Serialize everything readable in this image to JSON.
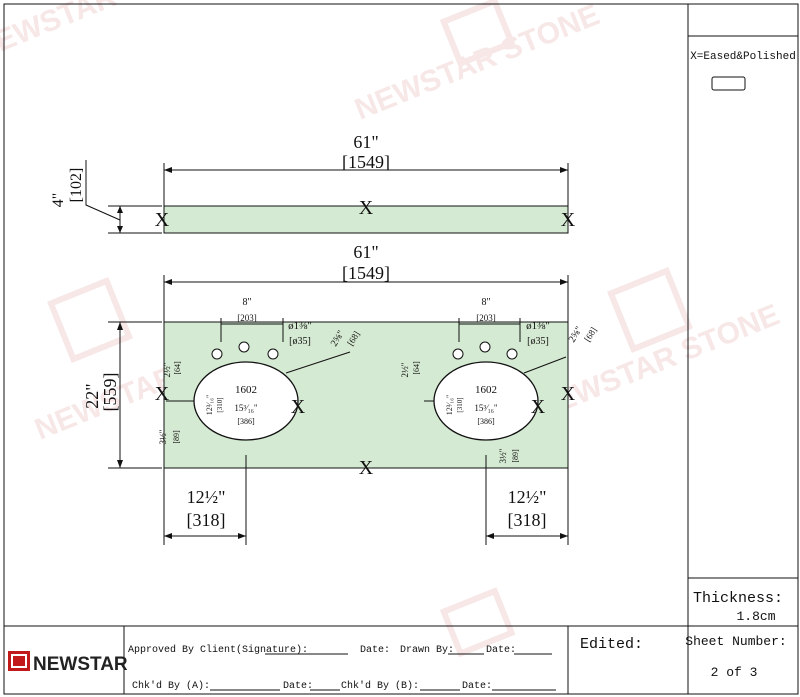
{
  "watermark": {
    "text": "NEWSTAR STONE"
  },
  "legend": {
    "edge_key": "X=Eased&Polished"
  },
  "backsplash": {
    "length_in": "61\"",
    "length_mm": "[1549]",
    "height_in": "4\"",
    "height_mm": "[102]",
    "edge_marks": [
      "X",
      "X",
      "X"
    ]
  },
  "countertop": {
    "length_in": "61\"",
    "length_mm": "[1549]",
    "depth_in": "22\"",
    "depth_mm": "[559]",
    "edge_marks": [
      "X",
      "X",
      "X"
    ],
    "sinks": [
      {
        "model": "1602",
        "faucet_spread_in": "8\"",
        "faucet_spread_mm": "[203]",
        "hole_dia_in": "ø1⅜\"",
        "hole_dia_mm": "[ø35]",
        "setback_in": "2⅝\"",
        "setback_mm": "[68]",
        "front_gap_in": "3½\"",
        "front_gap_mm": "[89]",
        "side_gap_in": "2½\"",
        "side_gap_mm": "[64]",
        "bowl_width_in": "15³⁄₁₆\"",
        "bowl_width_mm": "[386]",
        "bowl_depth_in": "12³⁄₁₆\"",
        "bowl_depth_mm": "[310]",
        "edge_mark": "X",
        "center_offset_in": "12½\"",
        "center_offset_mm": "[318]"
      },
      {
        "model": "1602",
        "faucet_spread_in": "8\"",
        "faucet_spread_mm": "[203]",
        "hole_dia_in": "ø1⅜\"",
        "hole_dia_mm": "[ø35]",
        "setback_in": "2⅝\"",
        "setback_mm": "[68]",
        "front_gap_in": "3½\"",
        "front_gap_mm": "[89]",
        "side_gap_in": "2½\"",
        "side_gap_mm": "[64]",
        "bowl_width_in": "15³⁄₁₆\"",
        "bowl_width_mm": "[386]",
        "bowl_depth_in": "12³⁄₁₆\"",
        "bowl_depth_mm": "[310]",
        "edge_mark": "X",
        "center_offset_in": "12½\"",
        "center_offset_mm": "[318]"
      }
    ]
  },
  "specs": {
    "thickness_label": "Thickness:",
    "thickness_value": "1.8cm"
  },
  "title_block": {
    "company": "NEWSTAR",
    "approved_label": "Approved  By Client(Signature):",
    "date_label_1": "Date:",
    "drawn_label": "Drawn  By:",
    "date_label_2": "Date:",
    "chkd_a_label": "Chk'd By (A):",
    "date_label_3": "Date:",
    "chkd_b_label": "Chk'd  By (B):",
    "date_label_4": "Date:",
    "edited_label": "Edited:",
    "sheet_label": "Sheet Number:",
    "sheet_value": "2 of 3"
  },
  "colors": {
    "stone_fill": "#d5ead2",
    "line": "#111111",
    "watermark": "#f2d8d8"
  }
}
